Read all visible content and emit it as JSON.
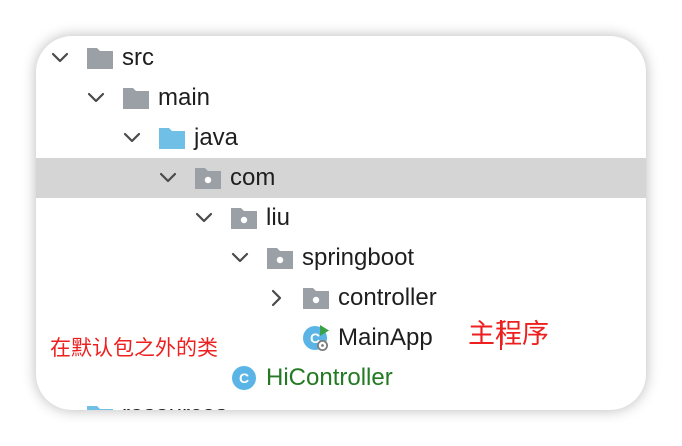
{
  "tree": {
    "items": [
      {
        "label": "src",
        "expanded": true,
        "icon": "folder-icon"
      },
      {
        "label": "main",
        "expanded": true,
        "icon": "folder-icon"
      },
      {
        "label": "java",
        "expanded": true,
        "icon": "source-root-folder-icon"
      },
      {
        "label": "com",
        "expanded": true,
        "icon": "package-icon",
        "selected": true
      },
      {
        "label": "liu",
        "expanded": true,
        "icon": "package-icon"
      },
      {
        "label": "springboot",
        "expanded": true,
        "icon": "package-icon"
      },
      {
        "label": "controller",
        "expanded": false,
        "icon": "package-icon"
      },
      {
        "label": "MainApp",
        "icon": "spring-boot-class-icon"
      },
      {
        "label": "HiController",
        "icon": "class-icon"
      },
      {
        "label": "resources",
        "icon": "resources-folder-icon"
      }
    ],
    "class_icon_letter": "C"
  },
  "annotations": {
    "outside_default_package": "在默认包之外的类",
    "main_program": "主程序"
  },
  "colors": {
    "selection": "#d5d5d5",
    "folder_gray": "#9aa0a6",
    "source_folder_blue": "#6fbfe6",
    "class_icon_blue": "#5ab4e6",
    "spring_green": "#3aa148",
    "new_file_green": "#237a23",
    "annotation_red": "#ee1f1f",
    "text": "#1e1e1e"
  }
}
